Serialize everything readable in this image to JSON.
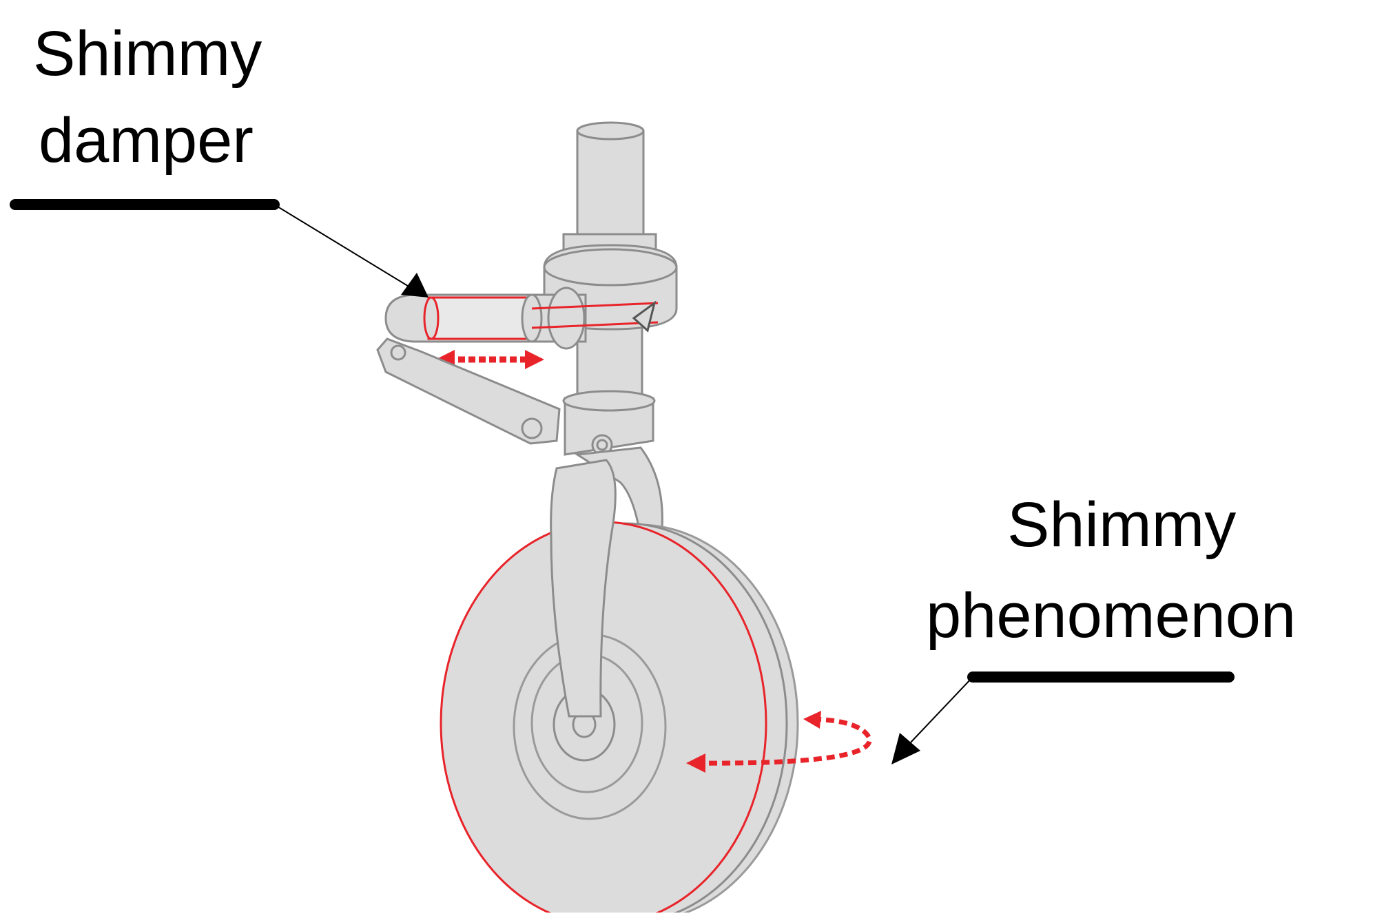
{
  "labels": {
    "damper_line1": "Shimmy",
    "damper_line2": "damper",
    "phenomenon_line1": "Shimmy",
    "phenomenon_line2": "phenomenon"
  },
  "colors": {
    "part_fill": "#dcdcdc",
    "part_stroke": "#8c8c8c",
    "highlight": "#e8242a",
    "text": "#000000"
  }
}
